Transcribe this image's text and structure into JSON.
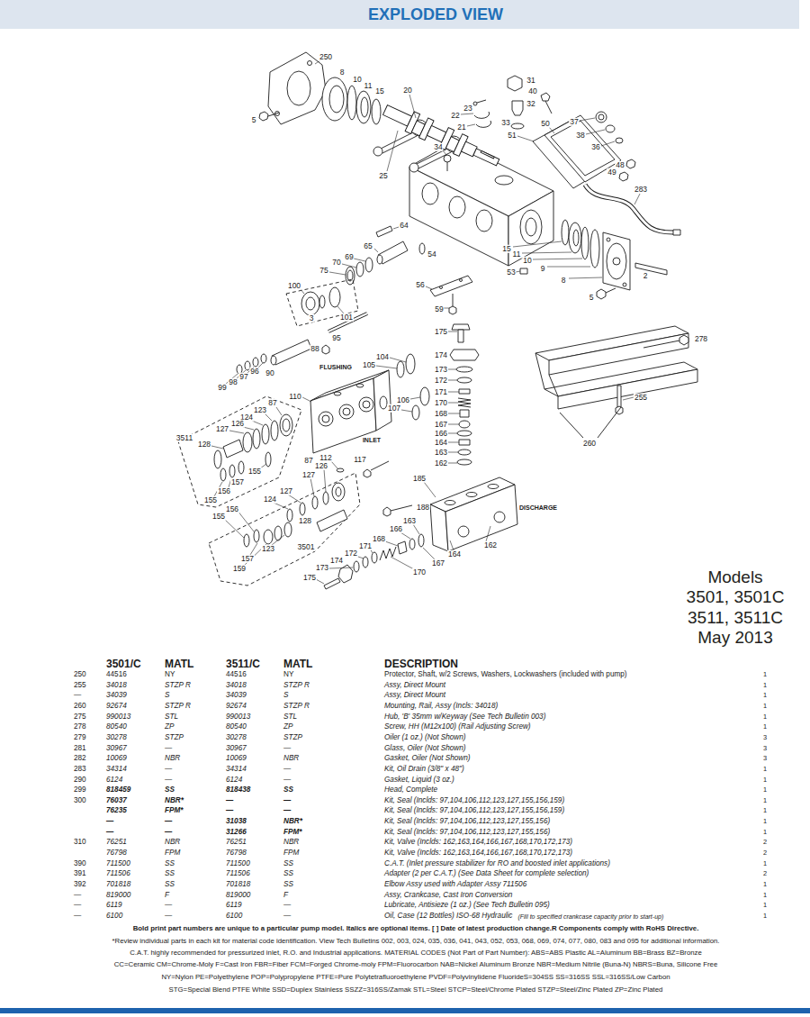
{
  "diagram": {
    "title": "EXPLODED VIEW",
    "labels": [
      "250",
      "8",
      "10",
      "11",
      "15",
      "20",
      "31",
      "40",
      "32",
      "23",
      "22",
      "5",
      "37",
      "50",
      "33",
      "21",
      "51",
      "38",
      "36",
      "34",
      "48",
      "49",
      "25",
      "283",
      "64",
      "65",
      "15",
      "54",
      "11",
      "69",
      "10",
      "70",
      "2",
      "9",
      "75",
      "53",
      "8",
      "56",
      "100",
      "5",
      "59",
      "3",
      "101",
      "175",
      "95",
      "278",
      "88",
      "174",
      "104",
      "105",
      "FLUSHING",
      "173",
      "90",
      "96",
      "97",
      "98",
      "172",
      "99",
      "171",
      "110",
      "255",
      "106",
      "87",
      "170",
      "107",
      "123",
      "168",
      "124",
      "126",
      "167",
      "127",
      "166",
      "3511",
      "INLET",
      "164",
      "128",
      "260",
      "163",
      "112",
      "117",
      "87",
      "162",
      "126",
      "155",
      "127",
      "185",
      "157",
      "156",
      "127",
      "155",
      "124",
      "DISCHARGE",
      "188",
      "156",
      "155",
      "128",
      "163",
      "166",
      "168",
      "162",
      "3501",
      "171",
      "123",
      "172",
      "164",
      "157",
      "174",
      "167",
      "173",
      "159",
      "170",
      "175",
      "Models",
      "3501, 3501C",
      "3511, 3511C",
      "May 2013",
      "3501/C",
      "MATL",
      "3511/C",
      "MATL",
      "DESCRIPTION",
      "250",
      "44516",
      "NY",
      "44516",
      "NY",
      "Protector, Shaft, w/2 Screws, Washers, Lockwashers (included with pump)",
      "1",
      "255",
      "34018",
      "STZP R",
      "34018",
      "STZP R",
      "Assy, Direct Mount",
      "1",
      "—",
      "34039",
      "S",
      "34039",
      "S",
      "Assy, Direct Mount",
      "1",
      "260",
      "92674",
      "STZP R",
      "92674",
      "STZP R",
      "Mounting, Rail, Assy (Incls: 34018)",
      "1",
      "275",
      "990013",
      "STL",
      "990013",
      "STL",
      "Hub, 'B' 35mm w/Keyway (See Tech Bulletin 003)",
      "1",
      "278",
      "80540",
      "ZP",
      "80540",
      "ZP",
      "Screw, HH (M12x100) (Rail Adjusting Screw)",
      "1",
      "279",
      "30278",
      "STZP",
      "30278",
      "STZP",
      "Oiler (1 oz.) (Not Shown)",
      "3",
      "281",
      "30967",
      "—",
      "30967",
      "—",
      "Glass, Oiler (Not Shown)",
      "3",
      "282",
      "10069",
      "NBR",
      "10069",
      "NBR",
      "Gasket, Oiler (Not Shown)",
      "3",
      "283",
      "34314",
      "—",
      "34314",
      "—",
      "Kit, Oil Drain (3/8\" x 48\")",
      "1",
      "290",
      "6124",
      "—",
      "6124",
      "—",
      "Gasket, Liquid (3 oz.)",
      "1",
      "299",
      "818459",
      "SS",
      "818438",
      "SS",
      "Head, Complete",
      "1",
      "300",
      "76037",
      "NBR*",
      "—",
      "—",
      "Kit, Seal (Inclds: 97,104,106,112,123,127,155,156,159)",
      "1",
      "76235",
      "FPM*",
      "—",
      "—",
      "Kit, Seal (Inclds: 97,104,106,112,123,127,155,156,159)",
      "1",
      "—",
      "—",
      "31038",
      "NBR*",
      "Kit, Seal (Inclds: 97,104,106,112,123,127,155,156)",
      "1",
      "—",
      "—",
      "31266",
      "FPM*",
      "Kit, Seal (Inclds: 97,104,106,112,123,127,155,156)",
      "1",
      "310",
      "76251",
      "NBR",
      "76251",
      "NBR",
      "Kit, Valve (Inclds: 162,163,164,166,167,168,170,172,173)",
      "2",
      "76798",
      "FPM",
      "76798",
      "FPM",
      "Kit, Valve (Inclds: 162,163,164,166,167,168,170,172,173)",
      "2",
      "390",
      "711500",
      "SS",
      "711500",
      "SS",
      "C.A.T. (Inlet pressure stabilizer for RO and boosted inlet applications)",
      "1",
      "391",
      "711506",
      "SS",
      "711506",
      "SS",
      "Adapter (2 per C.A.T.) (See Data Sheet for complete selection)",
      "2",
      "392",
      "701818",
      "SS",
      "701818",
      "SS",
      "Elbow Assy used with Adapter Assy 711506",
      "1",
      "—",
      "819000",
      "F",
      "819000",
      "F",
      "Assy, Crankcase, Cast Iron Conversion",
      "1",
      "—",
      "6119",
      "—",
      "6119",
      "—",
      "Lubricate, Antisieze (1 oz.) (See Tech Bulletin 095)",
      "1",
      "—",
      "6100",
      "—",
      "6100",
      "—",
      "Oil, Case (12 Bottles) ISO-68 Hydraulic",
      "(Fill to specified crankcase capacity prior to start-up)",
      "1",
      "Bold print part numbers are unique to a particular pump model. Italics are optional items. [ ] Date of latest production change.R Components comply with RoHS Directive.",
      "*Review individual parts in each kit for material code identification. View Tech Bulletins 002, 003, 024, 035, 036, 041, 043, 052, 053, 068, 069, 074, 077, 080, 083 and 095 for additional information.",
      "C.A.T. highly recommended for pressurized inlet, R.O. and Industrial applications. MATERIAL CODES (Not Part of Part Number): ABS=ABS Plastic AL=Aluminum BB=Brass BZ=Bronze",
      "CC=Ceramic CM=Chrome-Moly F=Cast Iron FBR=Fiber FCM=Forged Chrome-moly FPM=Fluorocarbon NAB=Nickel Aluminum Bronze NBR=Medium Nitrile (Buna-N) NBRS=Buna, Silicone Free",
      "NY=Nylon PE=Polyethylene POP=Polypropylene PTFE=Pure Polytetrafluoroethylene PVDF=Polyvinylidene FluorideS=304SS SS=316SS SSL=316SS/Low Carbon",
      "STG=Special Blend PTFE White SSD=Duplex Stainless SSZZ=316SS/Zamak STL=Steel STCP=Steel/Chrome Plated STZP=Steel/Zinc Plated ZP=Zinc Plated"
    ]
  }
}
